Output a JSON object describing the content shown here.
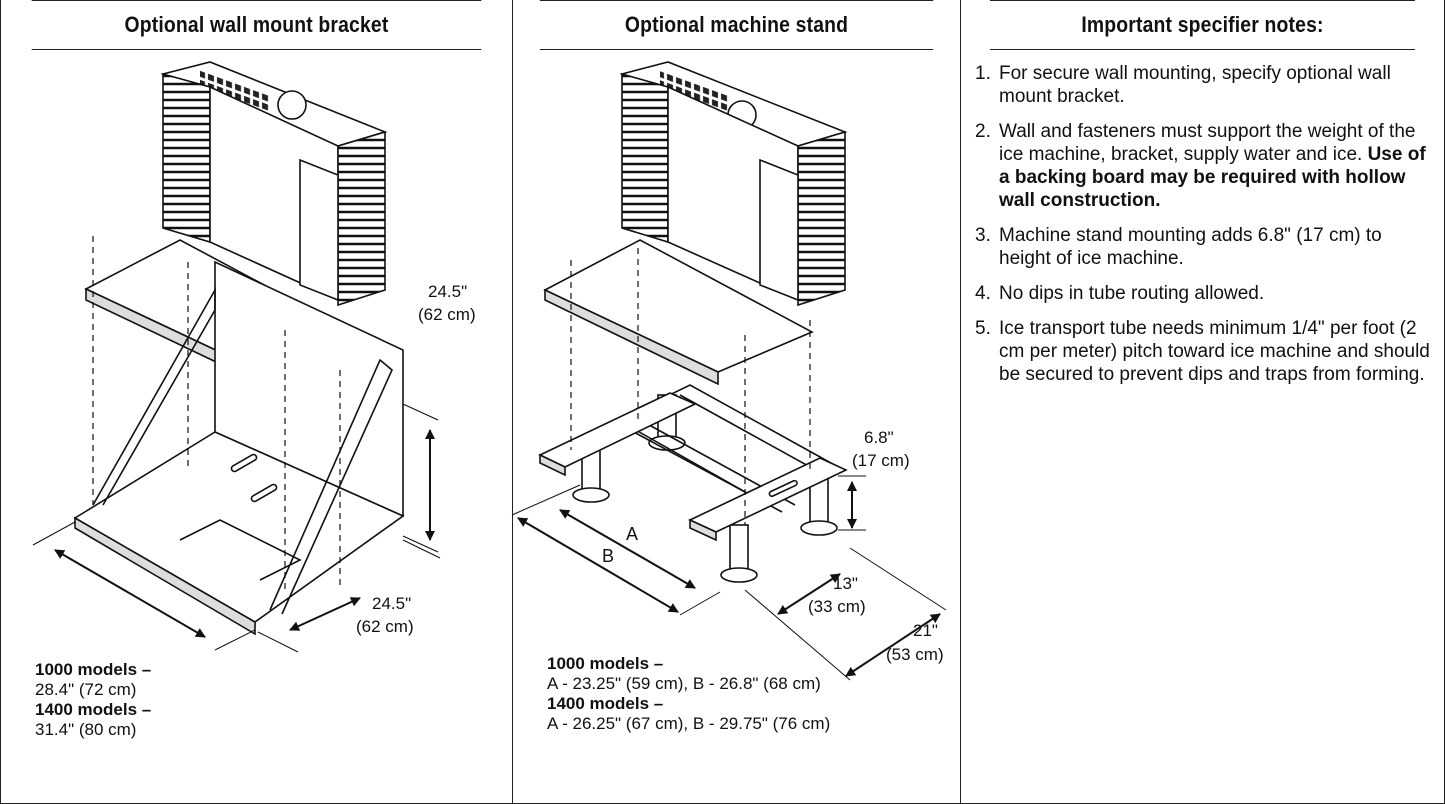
{
  "headers": {
    "wall_bracket": "Optional wall mount bracket",
    "machine_stand": "Optional machine stand",
    "specifier_notes": "Important specifier notes:"
  },
  "wall_bracket": {
    "dim_height": "24.5\"",
    "dim_height_cm": "(62 cm)",
    "dim_depth": "24.5\"",
    "dim_depth_cm": "(62 cm)",
    "models": [
      {
        "label": "1000 models –",
        "value": "28.4\" (72 cm)"
      },
      {
        "label": "1400 models –",
        "value": "31.4\" (80 cm)"
      }
    ]
  },
  "machine_stand": {
    "dim_height": "6.8\"",
    "dim_height_cm": "(17 cm)",
    "dim_a": "A",
    "dim_b": "B",
    "dim_13": "13\"",
    "dim_13_cm": "(33 cm)",
    "dim_21": "21\"",
    "dim_21_cm": "(53 cm)",
    "models": [
      {
        "label": "1000 models –",
        "value": "A - 23.25\" (59 cm), B - 26.8\" (68 cm)"
      },
      {
        "label": "1400 models –",
        "value": "A - 26.25\" (67 cm), B - 29.75\" (76 cm)"
      }
    ]
  },
  "notes": [
    {
      "num": "1.",
      "text": "For secure wall mounting, specify optional wall mount bracket.",
      "bold": ""
    },
    {
      "num": "2.",
      "text": "Wall and fasteners must support the weight of the ice machine, bracket, supply water and ice. ",
      "bold": "Use of a backing board may be required with hollow wall construction."
    },
    {
      "num": "3.",
      "text": "Machine stand mounting adds 6.8\" (17 cm) to height of ice machine.",
      "bold": ""
    },
    {
      "num": "4.",
      "text": "No dips in tube routing allowed.",
      "bold": ""
    },
    {
      "num": "5.",
      "text": "Ice transport tube needs minimum 1/4\" per foot (2 cm per meter) pitch toward ice machine and should be secured to prevent dips and traps from forming.",
      "bold": ""
    }
  ]
}
